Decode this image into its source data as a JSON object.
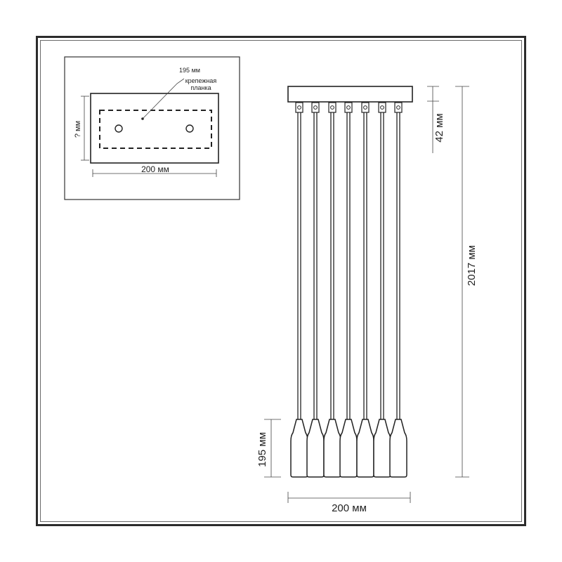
{
  "inset": {
    "width_label": "200 мм",
    "height_label": "? мм",
    "callout_size": "195 мм",
    "callout_line1": "крепежная",
    "callout_line2": "планка"
  },
  "lamp": {
    "canopy_height": "42 мм",
    "total_height": "2017 мм",
    "shade_height": "195 мм",
    "width": "200 мм",
    "pendant_count": 7
  }
}
